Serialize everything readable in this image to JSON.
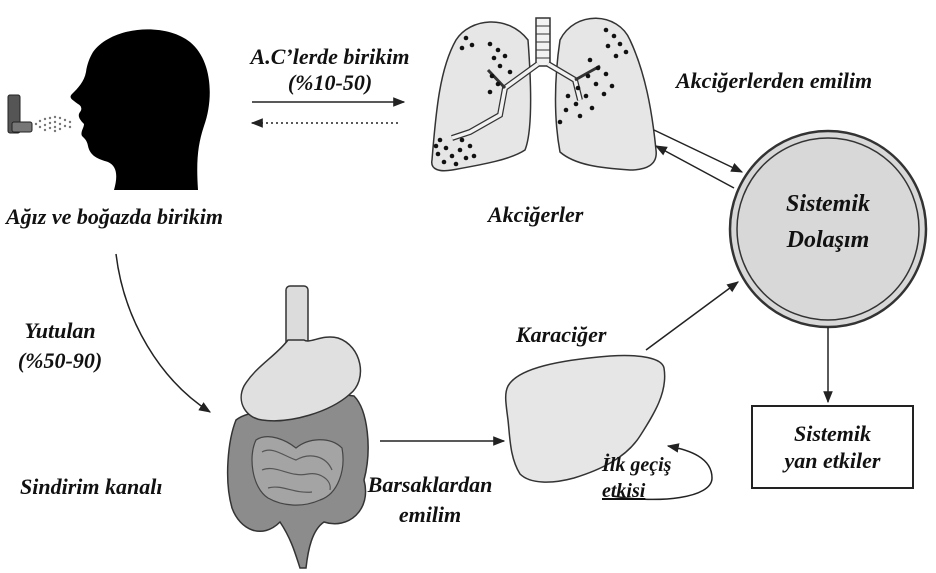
{
  "labels": {
    "lung_deposition_line1": "A.C’lerde birikim",
    "lung_deposition_line2": "(%10-50)",
    "lung_absorption": "Akciğerlerden emilim",
    "mouth_throat": "Ağız ve boğazda birikim",
    "lungs": "Akciğerler",
    "systemic_line1": "Sistemik",
    "systemic_line2": "Dolaşım",
    "swallowed_line1": "Yutulan",
    "swallowed_line2": "(%50-90)",
    "liver": "Karaciğer",
    "digestive_tract": "Sindirim kanalı",
    "intestinal_absorption_line1": "Barsaklardan",
    "intestinal_absorption_line2": "emilim",
    "first_pass_line1": "İlk geçiş",
    "first_pass_line2": "etkisi",
    "side_effects_line1": "Sistemik",
    "side_effects_line2": "yan etkiler"
  },
  "icons": [
    "inhaler-icon",
    "head-silhouette-icon",
    "lungs-icon",
    "digestive-tract-icon",
    "liver-icon",
    "circulation-circle-icon"
  ]
}
